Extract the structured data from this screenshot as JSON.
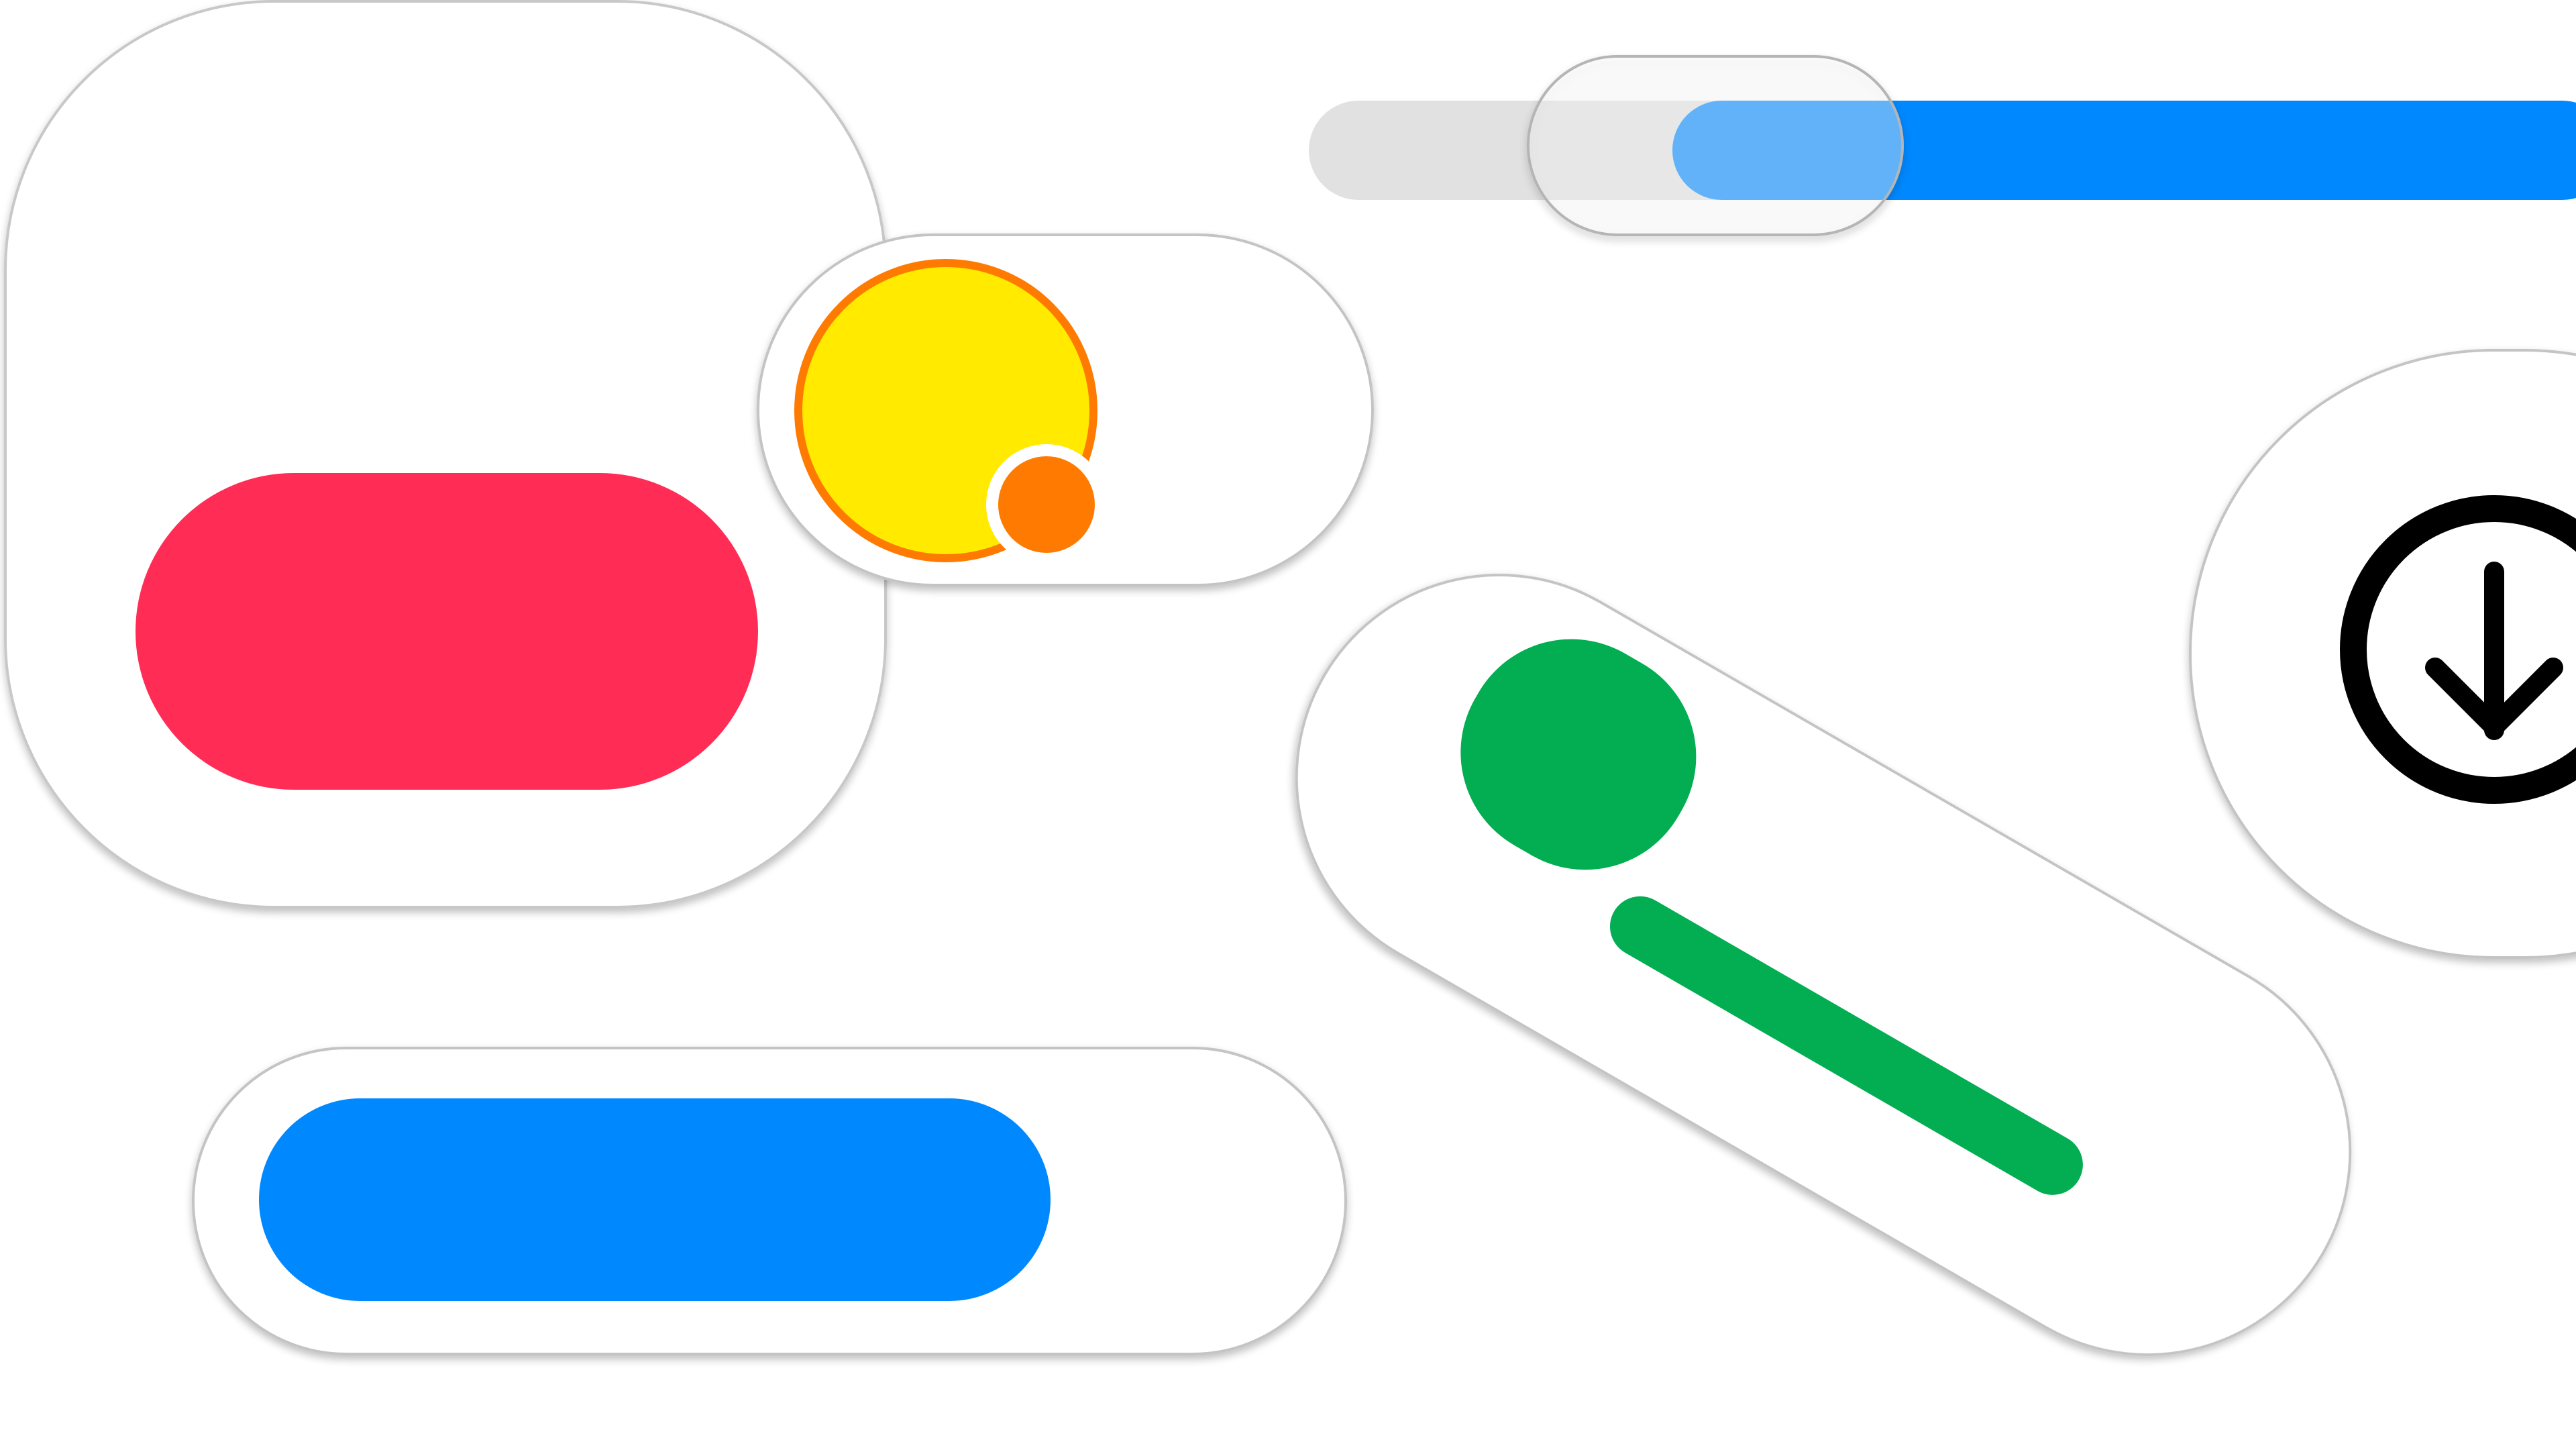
{
  "colors": {
    "background": "#ffffff",
    "red": "#ff2d55",
    "blue": "#0088ff",
    "green": "#03ad52",
    "yellow": "#ffea00",
    "orange": "#ff7a00",
    "gray_track": "#e1e1e1",
    "black": "#000000"
  },
  "controls": {
    "progress_slider": {
      "value": 0.58
    },
    "yellow_toggle": {
      "value": 0.5
    },
    "blue_toggle": {
      "value": 0.76
    },
    "green_toggle": {
      "value": 0.8
    }
  },
  "icons": {
    "download": "download-circle-icon",
    "badge": "notification-badge-icon"
  }
}
